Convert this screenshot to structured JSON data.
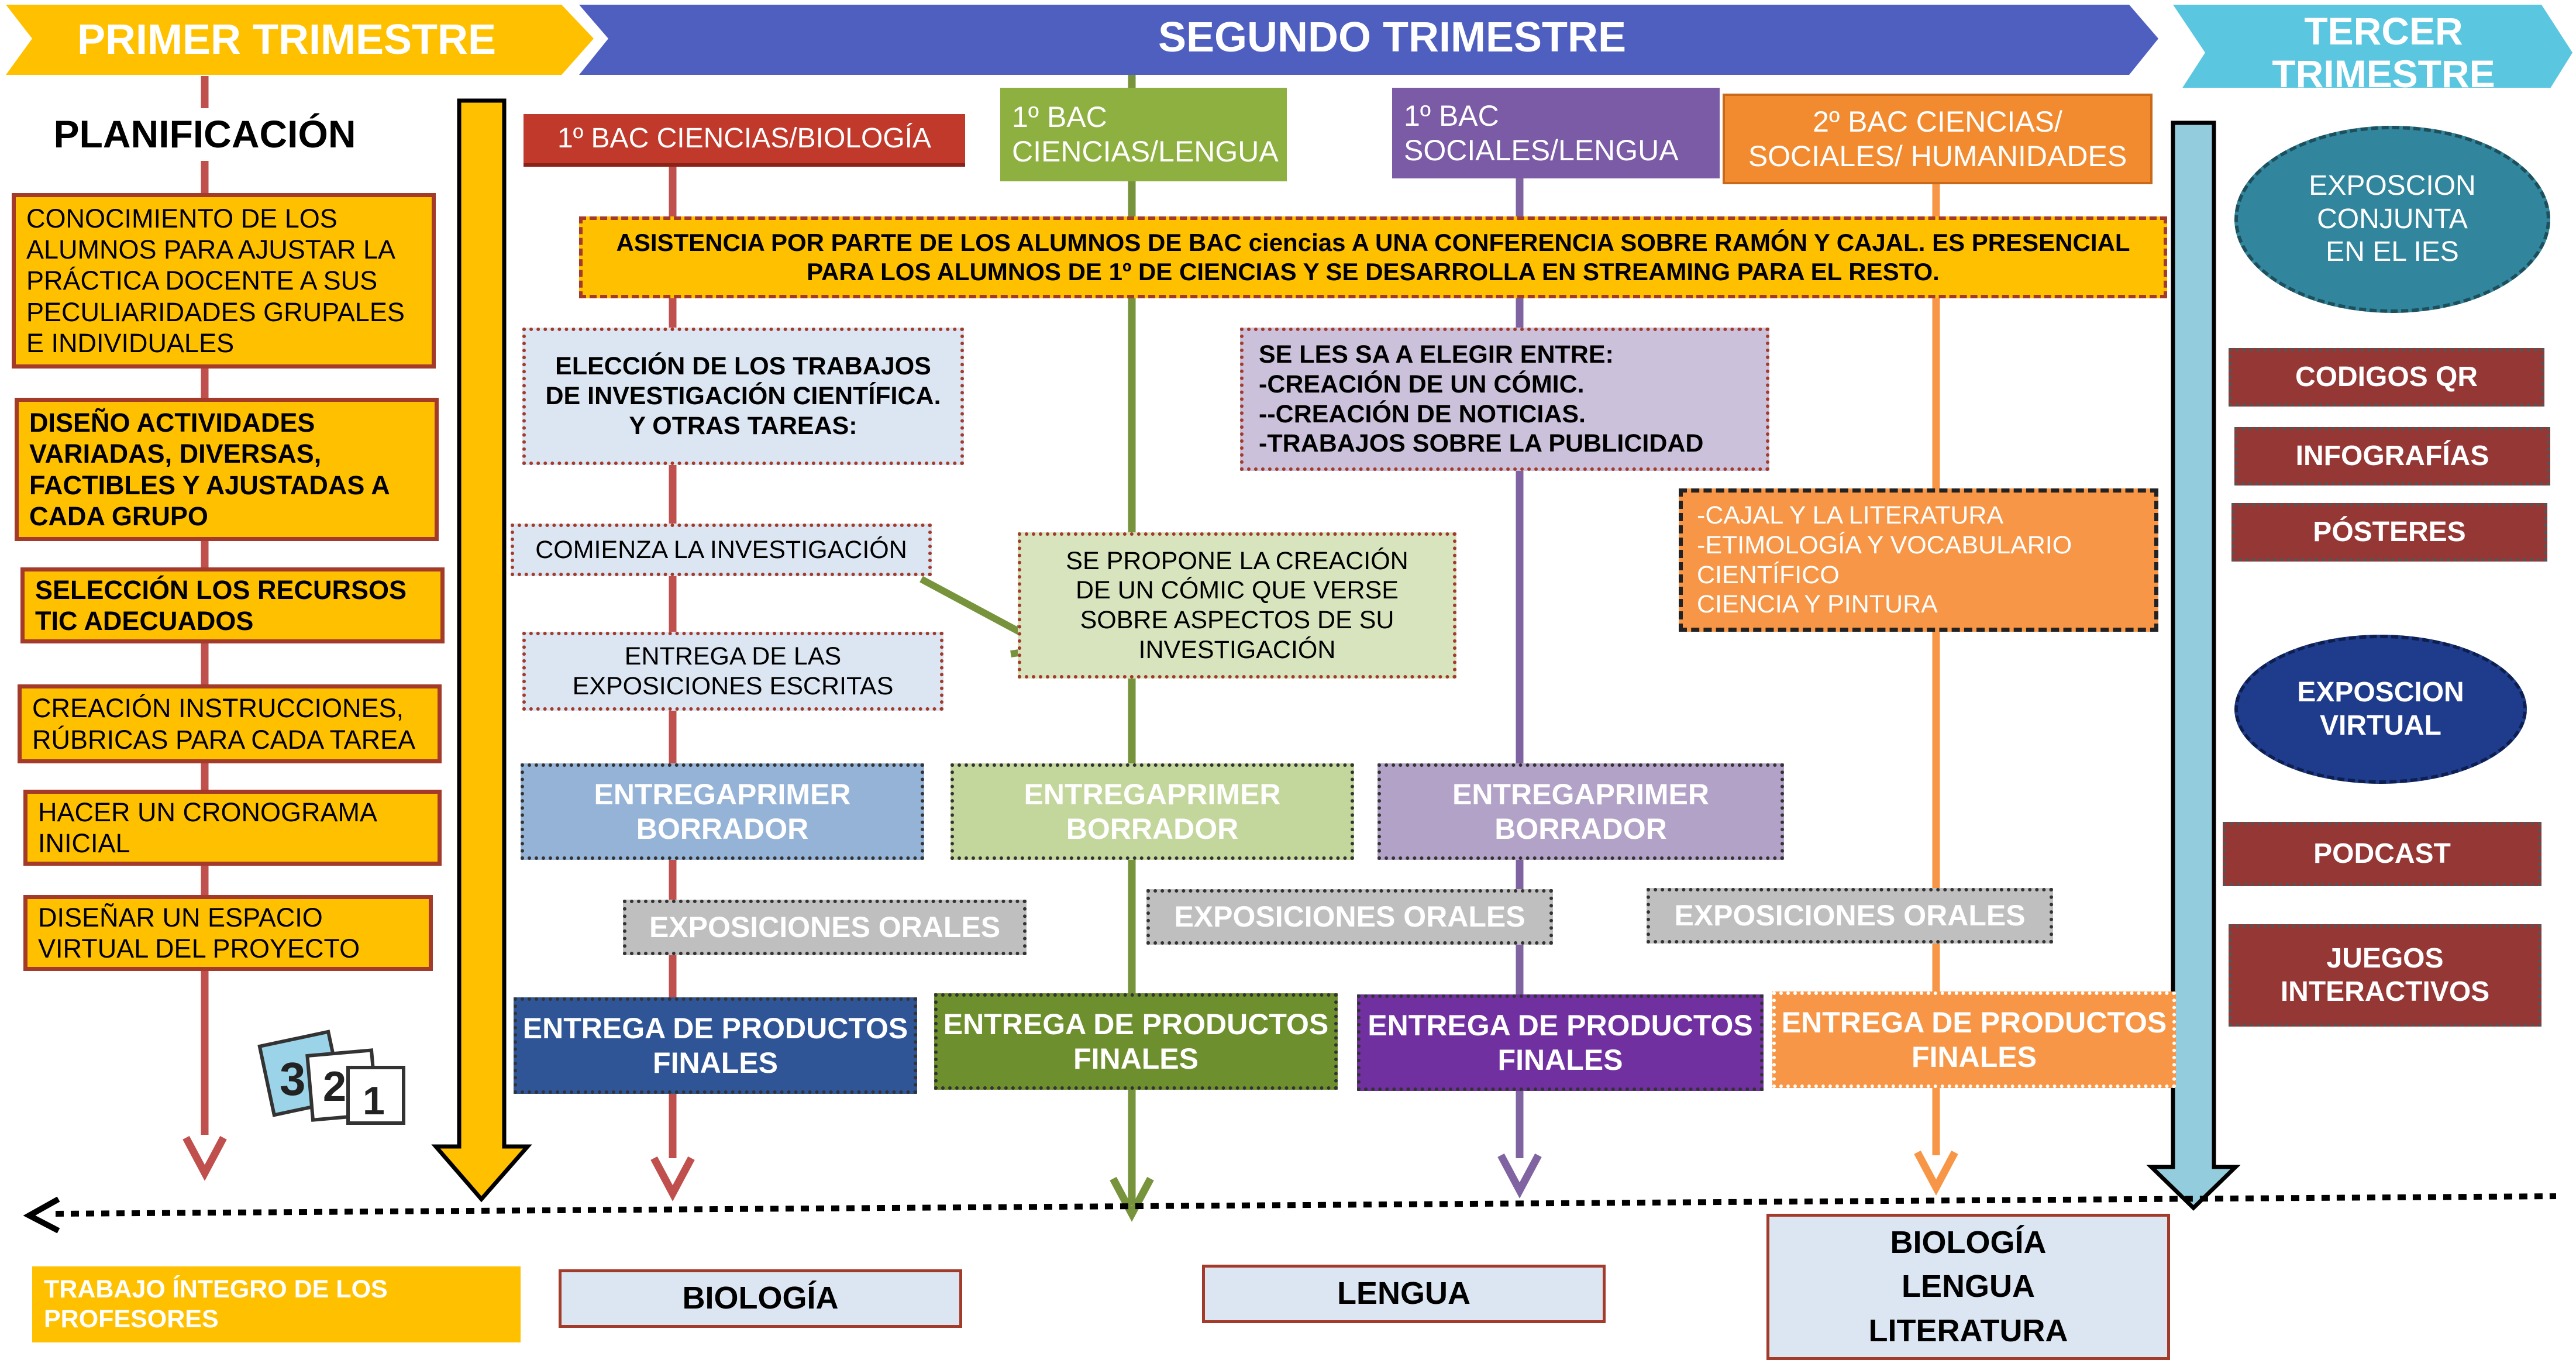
{
  "header": {
    "t1": "PRIMER TRIMESTRE",
    "t2": "SEGUNDO TRIMESTRE",
    "t3": "TERCER\nTRIMESTRE"
  },
  "planning": {
    "title": "PLANIFICACIÓN",
    "items": [
      "CONOCIMIENTO DE LOS ALUMNOS  PARA AJUSTAR LA PRÁCTICA DOCENTE A SUS PECULIARIDADES GRUPALES E INDIVIDUALES",
      "DISEÑO ACTIVIDADES VARIADAS, DIVERSAS, FACTIBLES Y AJUSTADAS A CADA GRUPO",
      "SELECCIÓN LOS RECURSOS TIC ADECUADOS",
      "CREACIÓN  INSTRUCCIONES, RÚBRICAS PARA CADA TAREA",
      "HACER UN CRONOGRAMA INICIAL",
      "DISEÑAR UN ESPACIO VIRTUAL DEL PROYECTO"
    ],
    "calendar_digits": [
      "3",
      "2",
      "1"
    ]
  },
  "groups": {
    "g1": "1º BAC CIENCIAS/BIOLOGÍA",
    "g2": "1º BAC\nCIENCIAS/LENGUA",
    "g3": "1º BAC\nSOCIALES/LENGUA",
    "g4": "2º BAC CIENCIAS/\nSOCIALES/ HUMANIDADES"
  },
  "conference": "ASISTENCIA POR PARTE DE LOS ALUMNOS DE  BAC ciencias  A UNA CONFERENCIA SOBRE RAMÓN Y CAJAL. ES PRESENCIAL PARA LOS ALUMNOS DE 1º  DE CIENCIAS Y SE DESARROLLA EN STREAMING PARA EL RESTO.",
  "col1": {
    "choice": "ELECCIÓN DE  LOS TRABAJOS DE INVESTIGACIÓN CIENTÍFICA. Y OTRAS TAREAS:",
    "start": "COMIENZA LA INVESTIGACIÓN",
    "delivery": "ENTREGA DE LAS EXPOSICIONES ESCRITAS"
  },
  "col2": {
    "comic": "SE PROPONE LA CREACIÓN DE UN CÓMIC QUE VERSE SOBRE ASPECTOS DE SU INVESTIGACIÓN"
  },
  "col3": {
    "choose": "SE LES SA A ELEGIR ENTRE:\n-CREACIÓN DE UN CÓMIC.\n--CREACIÓN DE NOTICIAS.\n-TRABAJOS SOBRE LA PUBLICIDAD"
  },
  "col4": {
    "topics": "-CAJAL Y LA LITERATURA\n-ETIMOLOGÍA Y VOCABULARIO CIENTÍFICO\nCIENCIA Y PINTURA"
  },
  "draft": "ENTREGAPRIMER\nBORRADOR",
  "orals": "EXPOSICIONES ORALES",
  "final": "ENTREGA DE PRODUCTOS\nFINALES",
  "third": {
    "exhibit_ies": "EXPOSCION\nCONJUNTA\nEN EL IES",
    "qr": "CODIGOS QR",
    "info": "INFOGRAFÍAS",
    "posters": "PÓSTERES",
    "virtual": "EXPOSCION\nVIRTUAL",
    "podcast": "PODCAST",
    "games": "JUEGOS\nINTERACTIVOS"
  },
  "bottom": {
    "teachers": "TRABAJO ÍNTEGRO DE LOS PROFESORES",
    "biology": "BIOLOGÍA",
    "language": "LENGUA",
    "all": "BIOLOGÍA\nLENGUA\nLITERATURA"
  },
  "colors": {
    "yellow": "#FFC000",
    "red": "#C0504D",
    "green": "#77933C",
    "purple": "#8064A2",
    "orange": "#F79646",
    "blue": "#4F6FB6",
    "sky": "#93CDDD",
    "darkred": "#953735"
  }
}
